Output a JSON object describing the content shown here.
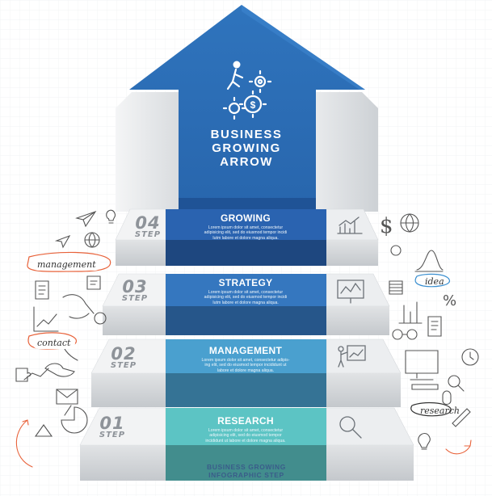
{
  "arrow": {
    "title": "BUSINESS\nGROWING\nARROW",
    "icon": "businessman-climbing-gears-icon",
    "colors": {
      "arrow": "#2d6fb7",
      "arrow_dark": "#1e4f8f"
    }
  },
  "steps": [
    {
      "number": "04",
      "word": "STEP",
      "title": "GROWING",
      "body": "Lorem ipsum dolor sit amet, consectetur\nadipisicing elit, sed do eiusmod tempor incidi\nIutm labore et dolore magna aliqua.",
      "side_icon": "bar-chart-sketch-icon",
      "color": "#2a63b0"
    },
    {
      "number": "03",
      "word": "STEP",
      "title": "STRATEGY",
      "body": "Lorem ipsum dolor sit amet, consectetur\nadipisicing elit, sed do eiusmod tempor incidi\nIutm labore et dolore magna aliqua.",
      "side_icon": "chart-board-sketch-icon",
      "color": "#3577bf"
    },
    {
      "number": "02",
      "word": "STEP",
      "title": "MANAGEMENT",
      "body": "Lorem ipsum dolor sit amet, consectetur adipis-\ning elit, sed do eiusmod tempor incididunt ut\nlabore et dolore magna aliqua.",
      "side_icon": "presenter-board-sketch-icon",
      "color": "#4aa0cf"
    },
    {
      "number": "01",
      "word": "STEP",
      "title": "RESEARCH",
      "body": "Lorem ipsum dolor sit amet, consectetur\nadipisicing elit, sed do eiusmod tempor\nincididunt ut labore et dolore magna aliqua.",
      "side_icon": "magnifier-sketch-icon",
      "color": "#5cc4c4"
    }
  ],
  "footer": {
    "title": "BUSINESS GROWING\nINFOGRAPHIC STEP"
  },
  "doodle_tags": [
    {
      "text": "management",
      "color": "#e8623a"
    },
    {
      "text": "contact",
      "color": "#e8623a"
    },
    {
      "text": "idea",
      "color": "#3a8fd0"
    },
    {
      "text": "research",
      "color": "#333333"
    }
  ]
}
